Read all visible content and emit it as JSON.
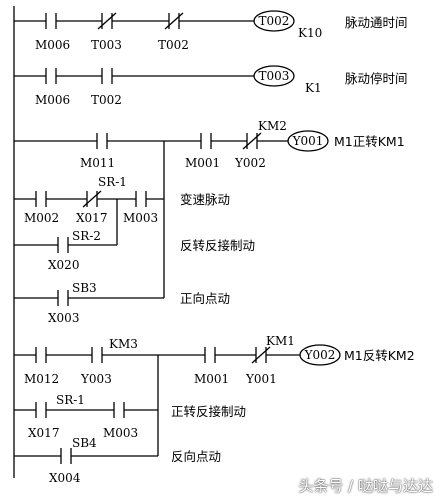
{
  "rungs": [
    {
      "contacts": [
        {
          "id": "M006",
          "type": "NO"
        },
        {
          "id": "T003",
          "type": "NC"
        },
        {
          "id": "T002",
          "type": "NC"
        }
      ],
      "coil": {
        "id": "T002",
        "param": "K10"
      },
      "comment": "脉动通时间"
    },
    {
      "contacts": [
        {
          "id": "M006",
          "type": "NO"
        },
        {
          "id": "T002",
          "type": "NO"
        }
      ],
      "coil": {
        "id": "T003",
        "param": "K1"
      },
      "comment": "脉动停时间"
    },
    {
      "main_contacts": [
        {
          "id": "M011",
          "type": "NO"
        }
      ],
      "branches": [
        {
          "contacts": [
            {
              "id": "M002",
              "type": "NO"
            },
            {
              "id": "X017",
              "above": "SR-1",
              "type": "NC"
            },
            {
              "id": "M003",
              "type": "NO"
            }
          ],
          "comment": "变速脉动"
        },
        {
          "contacts": [
            {
              "id": "X020",
              "above": "SR-2",
              "type": "NO"
            }
          ],
          "comment": "反转反接制动"
        },
        {
          "contacts": [
            {
              "id": "X003",
              "above": "SB3",
              "type": "NO"
            }
          ],
          "comment": "正向点动"
        }
      ],
      "series_contacts": [
        {
          "id": "M001",
          "type": "NO"
        },
        {
          "id": "Y002",
          "above": "KM2",
          "type": "NC"
        }
      ],
      "coil": {
        "id": "Y001"
      },
      "comment": "M1正转KM1"
    },
    {
      "main_contacts": [
        {
          "id": "M012",
          "type": "NO"
        },
        {
          "id": "Y003",
          "above": "KM3",
          "type": "NO"
        }
      ],
      "branches": [
        {
          "contacts": [
            {
              "id": "X017",
              "above": "SR-1",
              "type": "NO"
            },
            {
              "id": "M003",
              "type": "NO"
            }
          ],
          "comment": "正转反接制动"
        },
        {
          "contacts": [
            {
              "id": "X004",
              "above": "SB4",
              "type": "NO"
            }
          ],
          "comment": "反向点动"
        }
      ],
      "series_contacts": [
        {
          "id": "M001",
          "type": "NO"
        },
        {
          "id": "Y001",
          "above": "KM1",
          "type": "NC"
        }
      ],
      "coil": {
        "id": "Y002"
      },
      "comment": "M1反转KM2"
    }
  ],
  "watermark": "头条号 / 哒哒与达达"
}
